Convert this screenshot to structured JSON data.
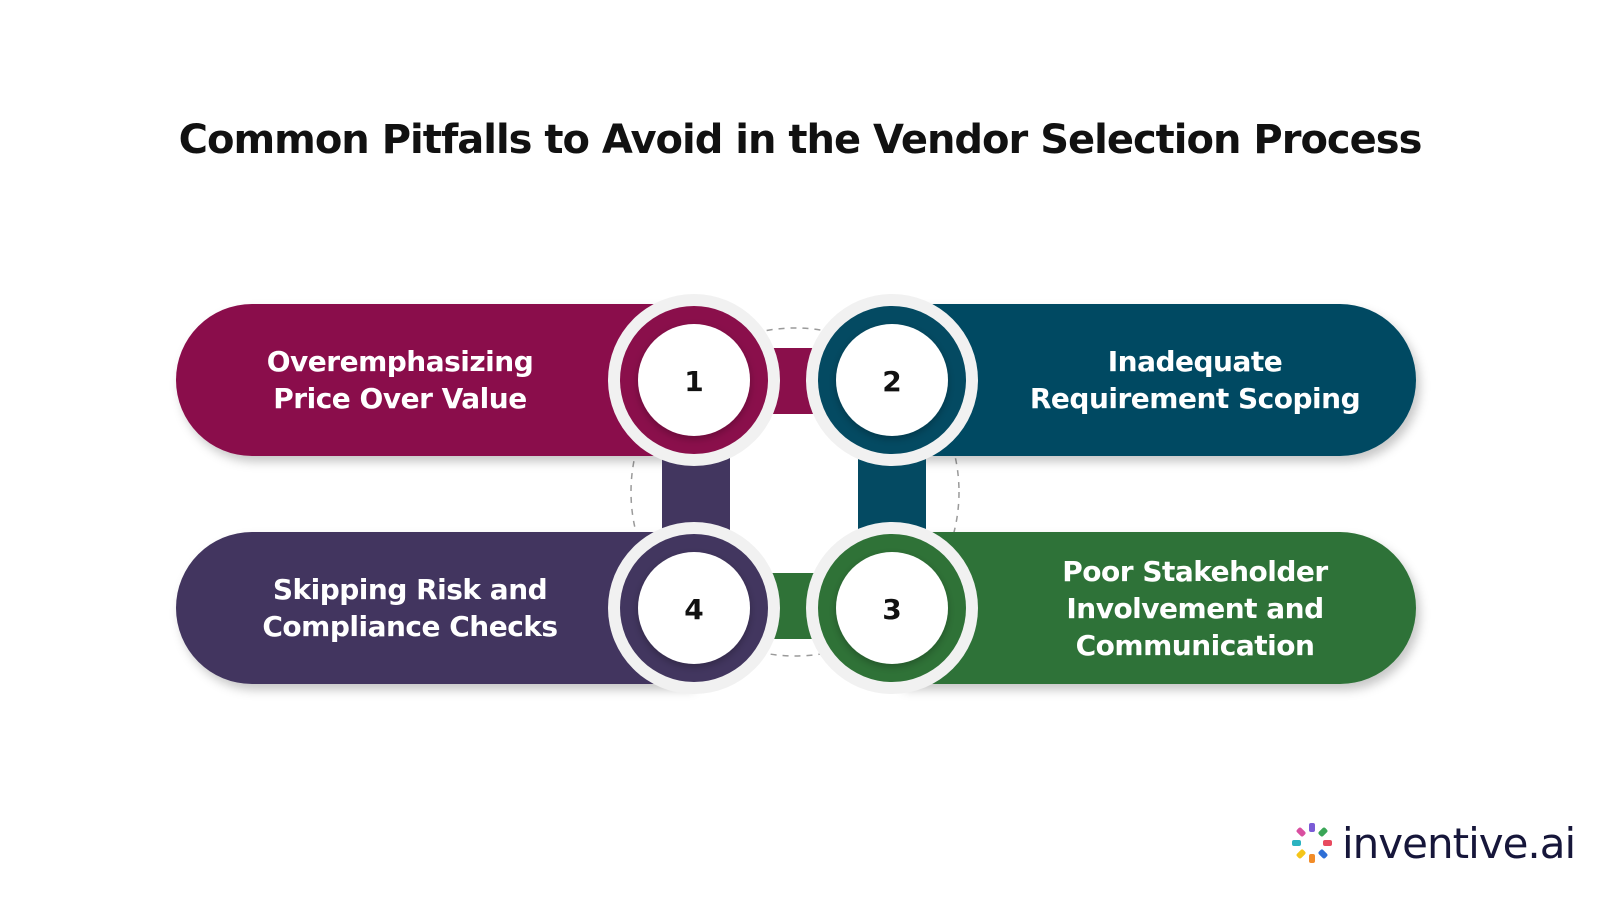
{
  "title": "Common Pitfalls to Avoid in the Vendor Selection Process",
  "steps": [
    {
      "number": "1",
      "lines": [
        "Overemphasizing",
        "Price Over Value"
      ],
      "color": "#8a0f4b"
    },
    {
      "number": "2",
      "lines": [
        "Inadequate",
        "Requirement Scoping"
      ],
      "color": "#044a62"
    },
    {
      "number": "3",
      "lines": [
        "Poor Stakeholder",
        "Involvement and",
        "Communication"
      ],
      "color": "#2f7237"
    },
    {
      "number": "4",
      "lines": [
        "Skipping Risk and",
        "Compliance Checks"
      ],
      "color": "#42365f"
    }
  ],
  "logo": {
    "text": "inventive.ai",
    "icon": "starburst-logo-icon"
  }
}
